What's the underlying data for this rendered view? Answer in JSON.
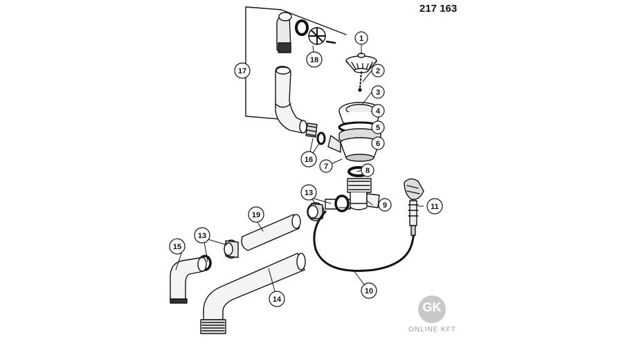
{
  "part_code": "217 163",
  "callouts": [
    {
      "id": "1",
      "label": "1"
    },
    {
      "id": "2",
      "label": "2"
    },
    {
      "id": "3",
      "label": "3"
    },
    {
      "id": "4",
      "label": "4"
    },
    {
      "id": "5",
      "label": "5"
    },
    {
      "id": "6",
      "label": "6"
    },
    {
      "id": "7",
      "label": "7"
    },
    {
      "id": "8",
      "label": "8"
    },
    {
      "id": "9",
      "label": "9"
    },
    {
      "id": "10",
      "label": "10"
    },
    {
      "id": "11",
      "label": "11"
    },
    {
      "id": "13a",
      "label": "13"
    },
    {
      "id": "13b",
      "label": "13"
    },
    {
      "id": "14",
      "label": "14"
    },
    {
      "id": "15",
      "label": "15"
    },
    {
      "id": "16",
      "label": "16"
    },
    {
      "id": "17",
      "label": "17"
    },
    {
      "id": "18",
      "label": "18"
    },
    {
      "id": "19",
      "label": "19"
    }
  ],
  "logo": {
    "mark": "GK",
    "text": "ONLINE KFT"
  },
  "colors": {
    "line": "#111111",
    "fill": "#ffffff",
    "shade": "#d8d8d8",
    "logo": "#c9c9c9"
  }
}
